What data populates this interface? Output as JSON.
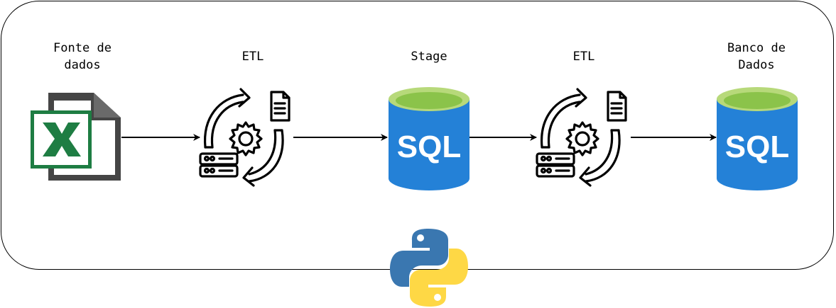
{
  "diagram": {
    "nodes": [
      {
        "id": "source",
        "label_line1": "Fonte de",
        "label_line2": "dados",
        "icon": "excel-file-icon"
      },
      {
        "id": "etl1",
        "label_line1": "ETL",
        "label_line2": "",
        "icon": "etl-process-icon"
      },
      {
        "id": "stage",
        "label_line1": "Stage",
        "label_line2": "",
        "icon": "sql-database-icon",
        "icon_text": "SQL"
      },
      {
        "id": "etl2",
        "label_line1": "ETL",
        "label_line2": "",
        "icon": "etl-process-icon"
      },
      {
        "id": "target",
        "label_line1": "Banco de",
        "label_line2": "Dados",
        "icon": "sql-database-icon",
        "icon_text": "SQL"
      }
    ],
    "edges": [
      {
        "from": "source",
        "to": "etl1"
      },
      {
        "from": "etl1",
        "to": "stage"
      },
      {
        "from": "stage",
        "to": "etl2"
      },
      {
        "from": "etl2",
        "to": "target"
      }
    ],
    "footer_icon": "python-logo-icon",
    "colors": {
      "excel_green": "#1e7d43",
      "file_gray": "#454545",
      "sql_blue": "#2481d7",
      "sql_top": "#8bc34a",
      "python_blue": "#3a77b0",
      "python_yellow": "#fed845"
    }
  }
}
